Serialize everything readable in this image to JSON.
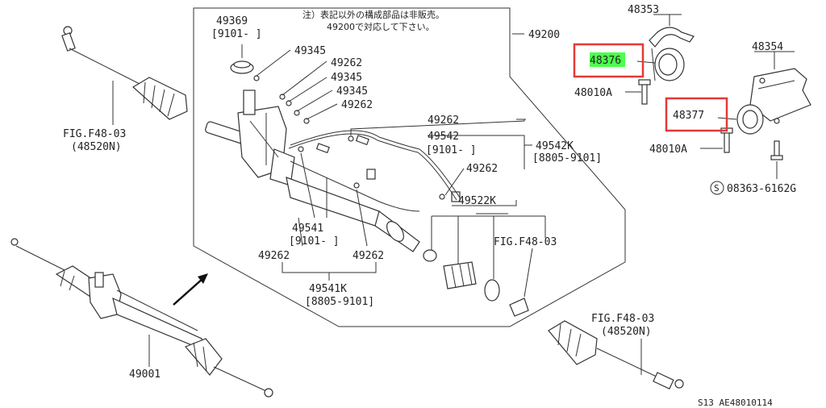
{
  "note": {
    "line1": "注）表記以外の構成部品は非販売。",
    "line2": "49200で対応して下さい。"
  },
  "labels": {
    "p49369": "49369",
    "p49369_code": "[9101-      ]",
    "p49345a": "49345",
    "p49262a": "49262",
    "p49345b": "49345",
    "p49345c": "49345",
    "p49262b": "49262",
    "p49262c": "49262",
    "p49542": "49542",
    "p49542_code": "[9101-      ]",
    "p49542K": "49542K",
    "p49542K_code": "[8805-9101]",
    "p49262d": "49262",
    "p49522K": "49522K",
    "figF48_03_mid": "FIG.F48-03",
    "p49541": "49541",
    "p49541_code": "[9101-      ]",
    "p49262e": "49262",
    "p49262f": "49262",
    "p49541K": "49541K",
    "p49541K_code": "[8805-9101]",
    "p49200": "49200",
    "p48353": "48353",
    "p48376": "48376",
    "p48010A_top": "48010A",
    "p48354": "48354",
    "p48377": "48377",
    "p48010A_bottom": "48010A",
    "p08363": "08363-6162G",
    "s_symbol": "S",
    "fig_left_top": "FIG.F48-03",
    "fig_left_top_code": "(48520N)",
    "fig_right_bottom": "FIG.F48-03",
    "fig_right_bottom_code": "(48520N)",
    "p49001": "49001",
    "footer": "S13   AE48010114"
  },
  "colors": {
    "highlight_box": "#e53935",
    "highlight_fill": "#4cff4c",
    "ink": "#333333"
  }
}
